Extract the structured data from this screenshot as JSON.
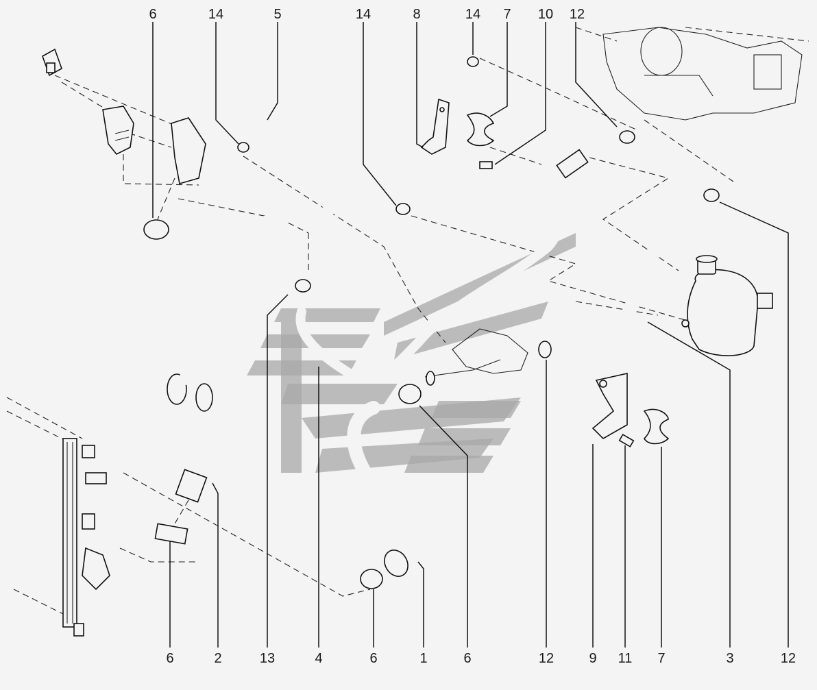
{
  "diagram": {
    "type": "exploded-parts-view",
    "line_color": "#111111",
    "background_color": "#f4f4f4",
    "watermark_color": "#a8a8a8"
  },
  "callouts": {
    "top": [
      "6",
      "14",
      "5",
      "14",
      "8",
      "14",
      "7",
      "10",
      "12"
    ],
    "bottom": [
      "6",
      "2",
      "13",
      "4",
      "6",
      "1",
      "6",
      "12",
      "9",
      "11",
      "7",
      "3",
      "12"
    ]
  }
}
